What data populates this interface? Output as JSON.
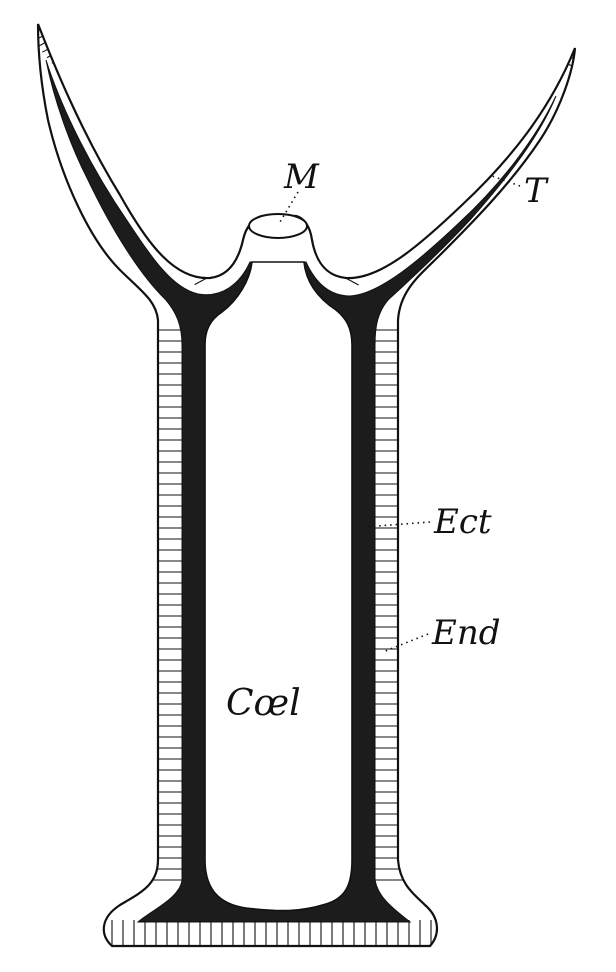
{
  "labels": {
    "mouth": "M",
    "tentacle": "T",
    "ectoderm": "Ect",
    "endoderm": "End",
    "coelenteron": "Cœl"
  },
  "colors": {
    "ink": "#111111",
    "background": "#ffffff",
    "endoderm_fill": "#1c1c1c",
    "ectoderm_fill": "#ffffff"
  }
}
